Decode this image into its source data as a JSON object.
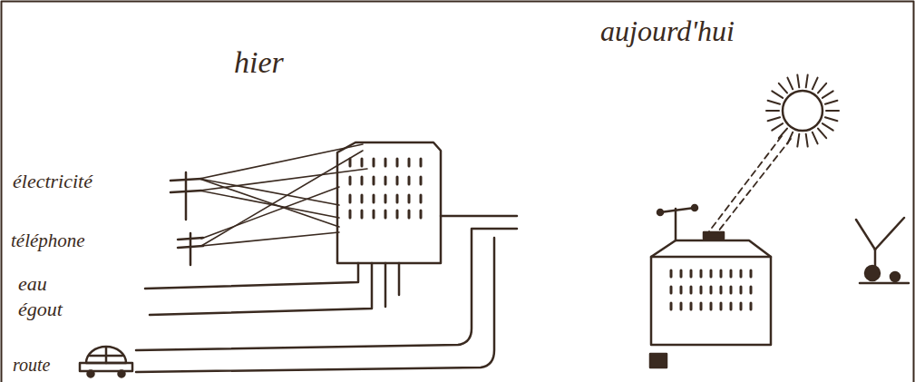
{
  "diagram": {
    "labels": [
      "hier",
      "aujourd'hui",
      "électricité",
      "téléphone",
      "eau",
      "égout",
      "route"
    ]
  }
}
